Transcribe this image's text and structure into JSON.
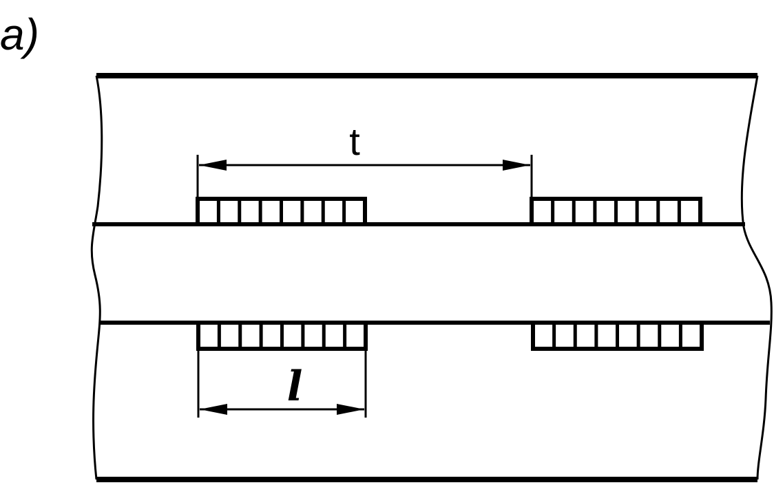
{
  "panel_label": "a)",
  "dimensions": {
    "pitch_label": "t",
    "length_label": "l"
  },
  "colors": {
    "line": "#000000",
    "background": "#ffffff"
  },
  "weld_groups": [
    {
      "side": "top",
      "segments": 8
    },
    {
      "side": "top",
      "segments": 8
    },
    {
      "side": "bottom",
      "segments": 8
    },
    {
      "side": "bottom",
      "segments": 8
    }
  ]
}
